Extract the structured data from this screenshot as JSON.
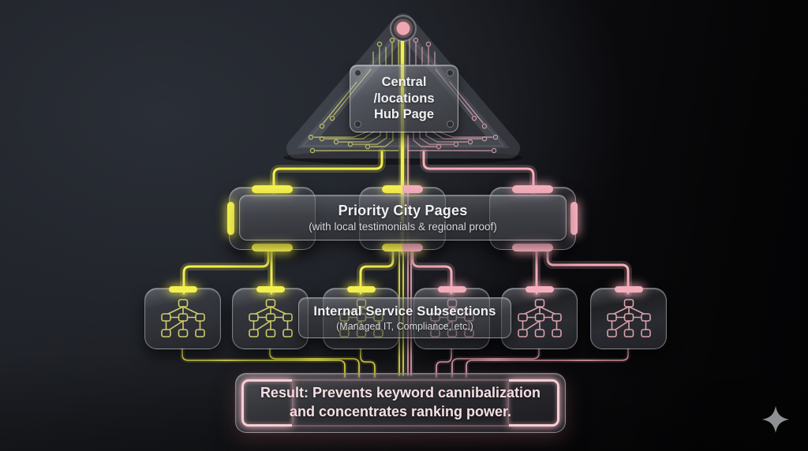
{
  "palette": {
    "yellow": "#f3ef4f",
    "pink": "#f4aebb",
    "circuit_yellow": "#d8d56e",
    "circuit_pink": "#e3aab4",
    "node_pink": "#f0a6b0",
    "bg_left": "#272b32",
    "bg_right": "#060607",
    "title_text": "#f0f1f3",
    "subtitle_text": "#d7d9dc",
    "result_text": "#f6e0e4",
    "sparkle": "#8e9093"
  },
  "hub": {
    "label": "Central /locations Hub Page",
    "title_lines": [
      "Central",
      "/locations",
      "Hub Page"
    ],
    "top_icon": "circuit-node-icon"
  },
  "city_row": {
    "title": "Priority City Pages",
    "subtitle": "(with local testimonials & regional proof)",
    "cards": [
      {
        "id": "city-card-left",
        "accent": "yellow"
      },
      {
        "id": "city-card-center",
        "accent": "yellow-pink"
      },
      {
        "id": "city-card-right",
        "accent": "pink"
      }
    ]
  },
  "service_row": {
    "title": "Internal Service Subsections",
    "subtitle": "(Managed IT, Compliance, etc.)",
    "cards": [
      {
        "id": "service-card-1",
        "accent": "yellow",
        "icon": "sitemap-tree-icon"
      },
      {
        "id": "service-card-2",
        "accent": "yellow",
        "icon": "sitemap-tree-icon"
      },
      {
        "id": "service-card-3",
        "accent": "yellow",
        "icon": "sitemap-tree-icon"
      },
      {
        "id": "service-card-4",
        "accent": "pink",
        "icon": "sitemap-tree-icon"
      },
      {
        "id": "service-card-5",
        "accent": "pink",
        "icon": "sitemap-tree-icon"
      },
      {
        "id": "service-card-6",
        "accent": "pink",
        "icon": "sitemap-tree-icon"
      }
    ]
  },
  "result_banner": {
    "line1": "Result: Prevents keyword cannibalization",
    "line2": "and concentrates ranking power."
  },
  "watermark": {
    "icon": "sparkle-icon"
  }
}
